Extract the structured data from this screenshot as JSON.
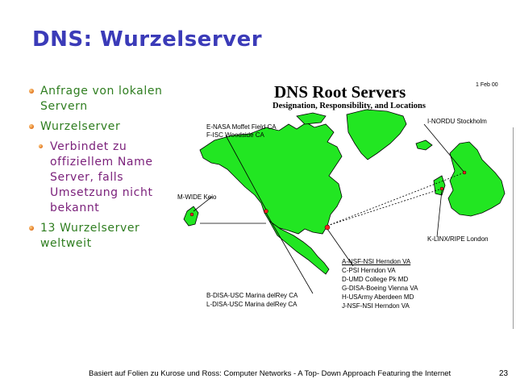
{
  "slide": {
    "title": "DNS: Wurzelserver",
    "bullets": [
      {
        "level": 1,
        "text": "Anfrage von lokalen Servern"
      },
      {
        "level": 1,
        "text": "Wurzelserver"
      },
      {
        "level": 2,
        "text": "Verbindet zu offiziellem Name Server, falls Umsetzung nicht bekannt"
      },
      {
        "level": 1,
        "text": "13 Wurzelserver weltweit"
      }
    ],
    "footer": "Basiert auf Folien zu Kurose und Ross: Computer Networks -  A Top- Down Approach Featuring the Internet",
    "page_number": "23"
  },
  "map": {
    "title": "DNS Root Servers",
    "subtitle": "Designation, Responsibility, and Locations",
    "date": "1 Feb 00",
    "labels": {
      "nasa": "E-NASA Moffet Field CA",
      "isc": "F-ISC Woodside CA",
      "nordu": "I-NORDU Stockholm",
      "wide": "M-WIDE Keio",
      "linx": "K-LINX/RIPE London",
      "nsi_a": "A-NSF-NSI Herndon VA",
      "psi": "C-PSI Herndon VA",
      "umd": "D-UMD College Pk MD",
      "boeing": "G-DISA-Boeing Vienna VA",
      "usarmy": "H-USArmy Aberdeen MD",
      "nsi_j": "J-NSF-NSI Herndon VA",
      "disa_b": "B-DISA-USC Marina delRey CA",
      "disa_l": "L-DISA-USC Marina delRey CA"
    },
    "colors": {
      "land": "#22e622",
      "lines": "#000000"
    }
  }
}
